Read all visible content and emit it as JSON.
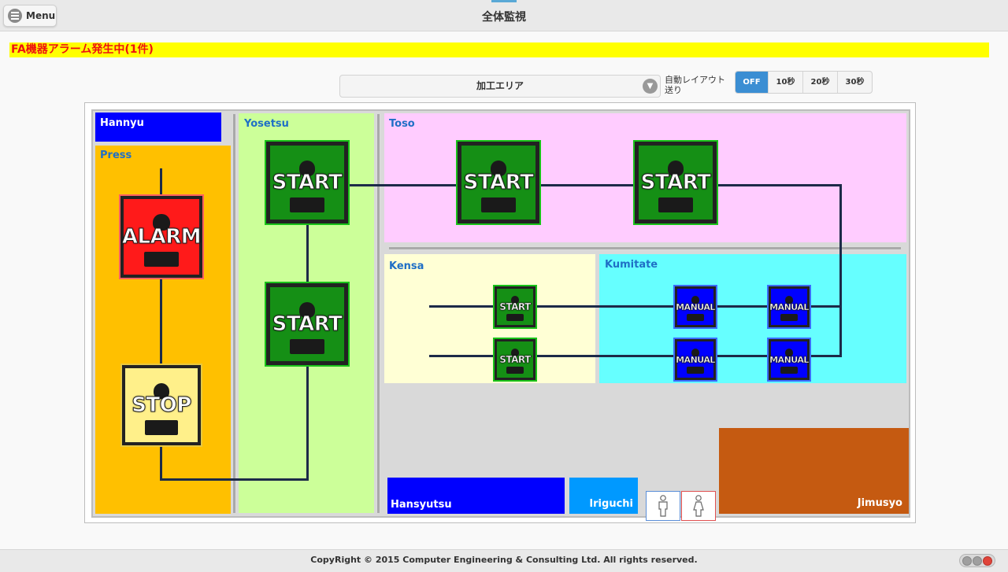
{
  "header": {
    "menu_label": "Menu",
    "title": "全体監視"
  },
  "alarm_banner": "FA機器アラーム発生中(1件)",
  "controls": {
    "area_selected": "加工エリア",
    "auto_layout_label": "自動レイアウト送り",
    "interval_options": [
      "OFF",
      "10秒",
      "20秒",
      "30秒"
    ],
    "interval_selected": "OFF"
  },
  "zones": {
    "hannyu": "Hannyu",
    "press": "Press",
    "yosetsu": "Yosetsu",
    "toso": "Toso",
    "kensa": "Kensa",
    "kumitate": "Kumitate",
    "hansyutsu": "Hansyutsu",
    "iriguchi": "Iriguchi",
    "jimusyo": "Jimusyo"
  },
  "zone_colors": {
    "hannyu": "#0000ff",
    "press": "#ffc000",
    "yosetsu": "#ccff99",
    "toso": "#ffccff",
    "kensa": "#ffffd5",
    "kumitate": "#66ffff",
    "hansyutsu": "#0000ff",
    "iriguchi": "#0099ff",
    "jimusyo": "#c55a11"
  },
  "machines": {
    "press_1": "ALARM",
    "press_2": "STOP",
    "yosetsu_1": "START",
    "yosetsu_2": "START",
    "toso_1": "START",
    "toso_2": "START",
    "kensa_1": "START",
    "kensa_2": "START",
    "kumitate_1": "MANUAL",
    "kumitate_2": "MANUAL",
    "kumitate_3": "MANUAL",
    "kumitate_4": "MANUAL"
  },
  "status_colors": {
    "START": "#158f15",
    "ALARM": "#ff1a1a",
    "STOP": "#fff08a",
    "MANUAL": "#0000ff"
  },
  "icons": {
    "menu": "hamburger-icon",
    "dropdown": "chevron-down-icon",
    "restroom_male": "male-person-icon",
    "restroom_female": "female-person-icon"
  },
  "footer": {
    "copyright": "CopyRight © 2015 Computer Engineering & Consulting Ltd. All rights reserved."
  }
}
